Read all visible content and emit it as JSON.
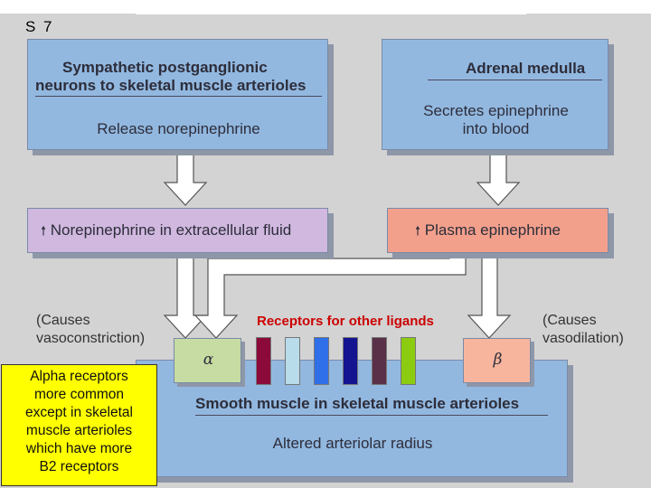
{
  "slide_number": "S 7",
  "boxes": {
    "sympathetic": {
      "title_line1": "Sympathetic postganglionic",
      "title_line2": "neurons to skeletal muscle arterioles",
      "body": "Release norepinephrine"
    },
    "adrenal": {
      "title": "Adrenal medulla",
      "body_line1": "Secretes epinephrine",
      "body_line2": "into blood"
    },
    "norepinephrine": {
      "text": "Norepinephrine in extracellular fluid"
    },
    "plasma": {
      "text": "Plasma epinephrine"
    },
    "alpha": {
      "symbol": "α"
    },
    "beta": {
      "symbol": "β"
    },
    "smooth_muscle": {
      "title": "Smooth muscle in skeletal muscle arterioles",
      "body": "Altered arteriolar radius"
    }
  },
  "side_labels": {
    "left_line1": "(Causes",
    "left_line2": "vasoconstriction)",
    "right_line1": "(Causes",
    "right_line2": "vasodilation)"
  },
  "receptors": {
    "label": "Receptors for other ligands",
    "colors": [
      "#8b0a3a",
      "#b8dcea",
      "#2f6fe8",
      "#141490",
      "#5a3048",
      "#8ccc10"
    ]
  },
  "note": {
    "lines": [
      "Alpha receptors",
      "more common",
      "except in skeletal",
      "muscle arterioles",
      "which have more",
      "B2 receptors"
    ]
  },
  "arrow_symbol": "🠕"
}
